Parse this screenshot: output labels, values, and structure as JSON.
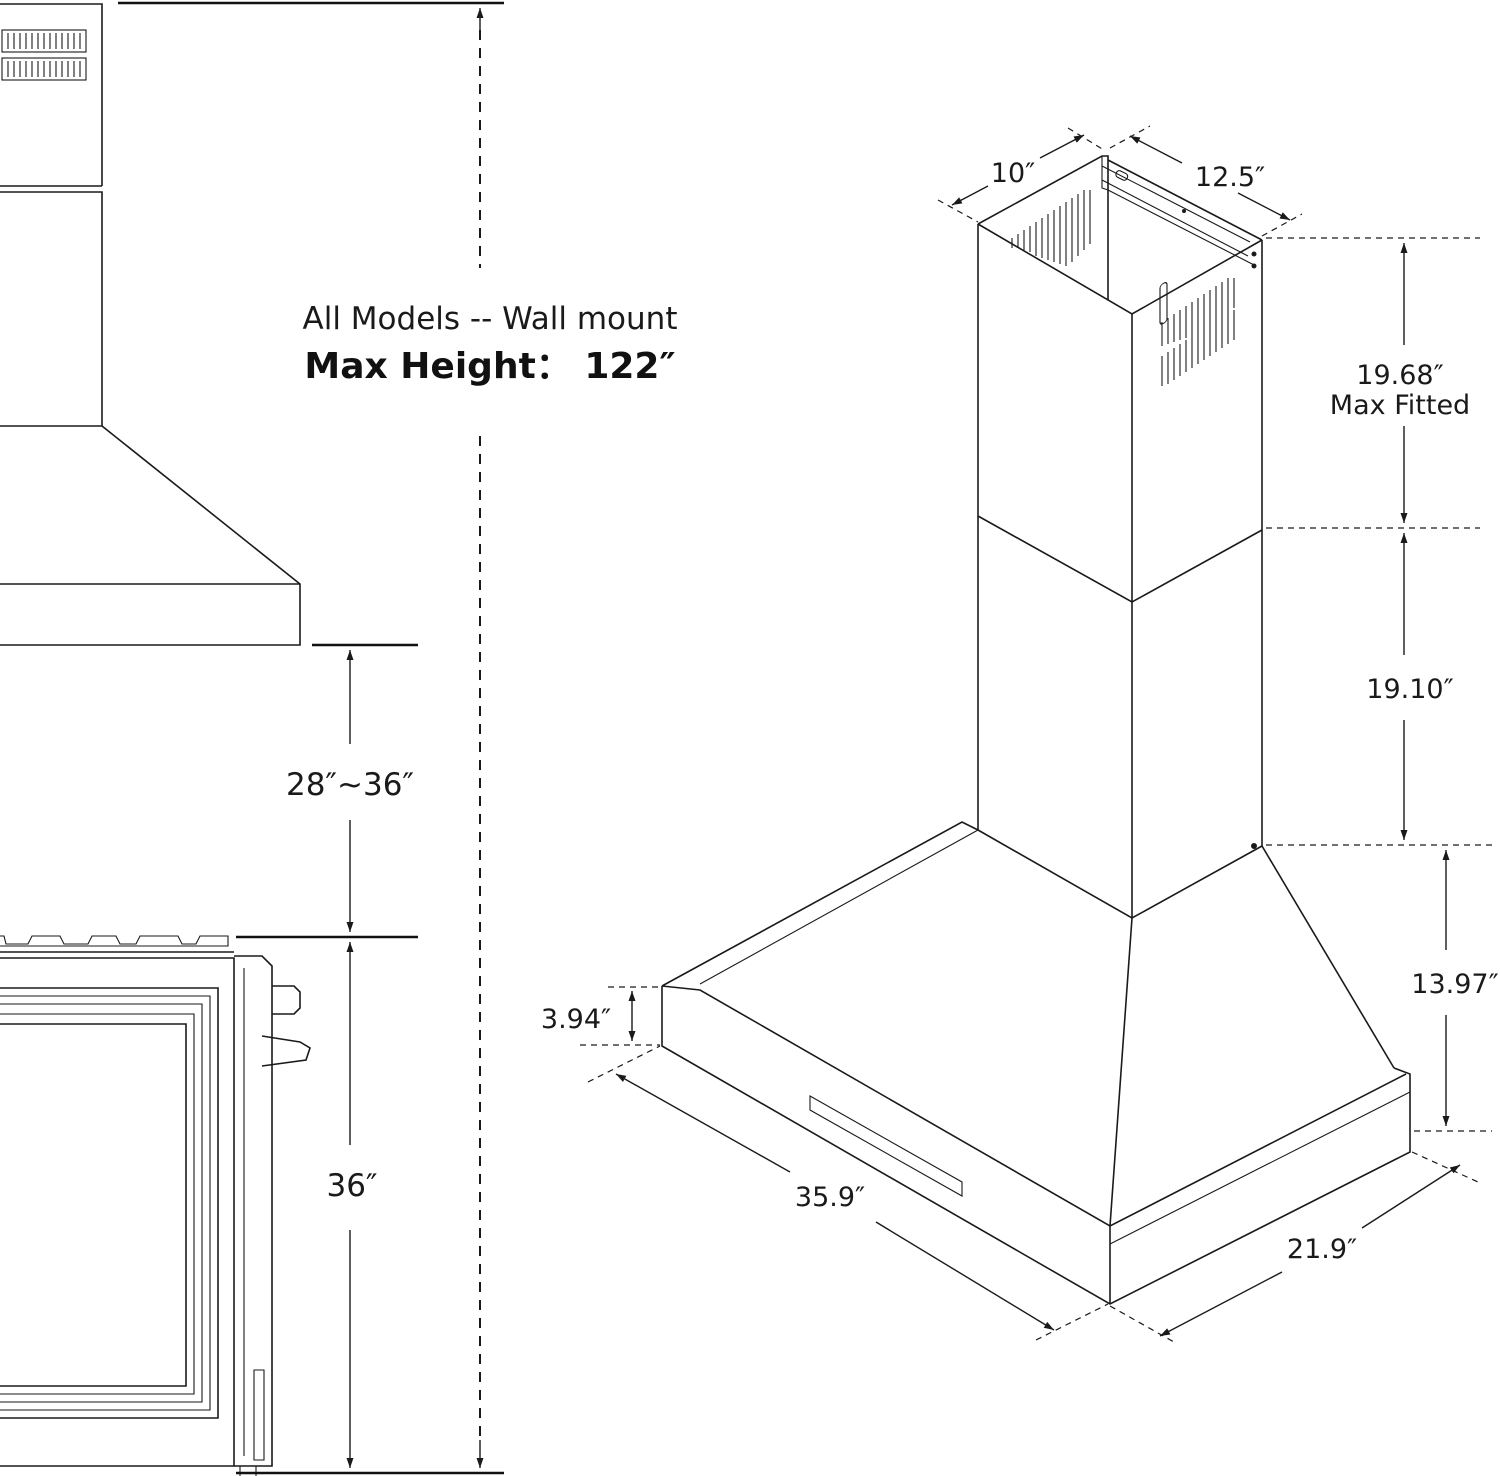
{
  "install": {
    "title_line1": "All Models -- Wall mount",
    "title_line2": "Max Height： 122″",
    "clearance": "28″~36″",
    "counter_height": "36″"
  },
  "hood": {
    "chimney_depth": "10″",
    "chimney_width": "12.5″",
    "upper_chimney_value": "19.68″",
    "upper_chimney_note": "Max Fitted",
    "lower_chimney": "19.10″",
    "canopy_height": "13.97″",
    "front_height": "3.94″",
    "width": "35.9″",
    "depth": "21.9″"
  }
}
